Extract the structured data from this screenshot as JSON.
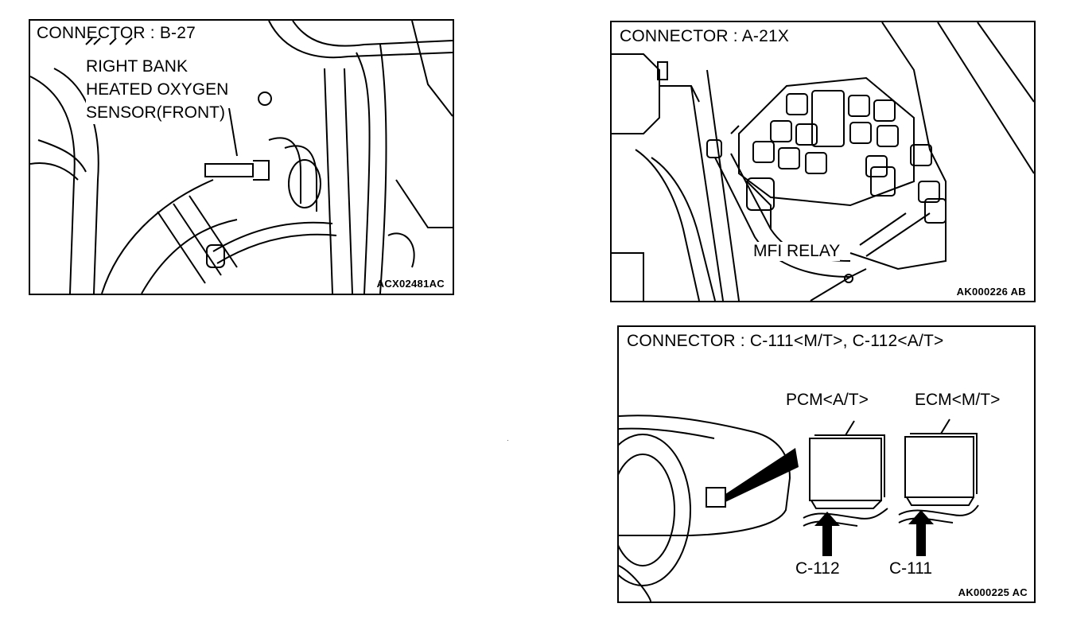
{
  "panels": {
    "b27": {
      "title": "CONNECTOR : B-27",
      "label_lines": [
        "RIGHT BANK",
        "HEATED OXYGEN",
        "SENSOR(FRONT)"
      ],
      "ref": "ACX02481AC"
    },
    "a21x": {
      "title": "CONNECTOR : A-21X",
      "label": "MFI RELAY",
      "ref": "AK000226 AB"
    },
    "c111": {
      "title": "CONNECTOR : C-111<M/T>, C-112<A/T>",
      "pcm_label": "PCM<A/T>",
      "ecm_label": "ECM<M/T>",
      "c112_label": "C-112",
      "c111_label": "C-111",
      "ref": "AK000225 AC"
    }
  }
}
